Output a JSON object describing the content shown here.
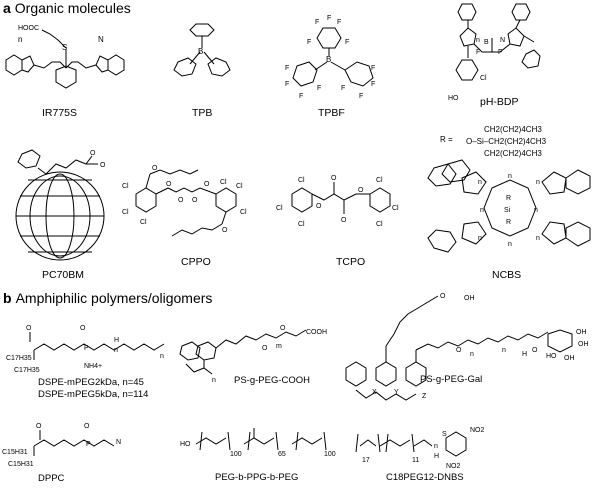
{
  "panel_a": {
    "letter": "a",
    "title": "Organic molecules",
    "molecules": [
      {
        "label": "IR775S"
      },
      {
        "label": "TPB"
      },
      {
        "label": "TPBF"
      },
      {
        "label": "pH-BDP"
      },
      {
        "label": "PC70BM"
      },
      {
        "label": "CPPO"
      },
      {
        "label": "TCPO"
      },
      {
        "label": "NCBS"
      }
    ]
  },
  "panel_b": {
    "letter": "b",
    "title": "Amphiphilic polymers/oligomers",
    "molecules": [
      {
        "label": "DSPE-mPEG2kDa, n=45"
      },
      {
        "label": "DSPE-mPEG5kDa, n=114"
      },
      {
        "label": "PS-g-PEG-COOH"
      },
      {
        "label": "PS-g-PEG-Gal"
      },
      {
        "label": "DPPC"
      },
      {
        "label": "PEG-b-PPG-b-PEG"
      },
      {
        "label": "C18PEG12-DNBS"
      }
    ]
  },
  "atoms": {
    "n": "n",
    "np": "N",
    "o": "O",
    "s": "S",
    "f": "F",
    "b": "B",
    "cl": "Cl",
    "p": "P",
    "si": "Si",
    "r": "R",
    "ho": "HO",
    "oh": "OH",
    "h": "H",
    "hooc": "HOOC",
    "cooh": "COOH",
    "nh4": "NH4+",
    "no2": "NO2",
    "x": "X",
    "y": "Y",
    "z": "Z",
    "m": "m",
    "c17": "C17H35",
    "c15": "C15H31",
    "sub100": "100",
    "sub65": "65",
    "sub17": "17",
    "sub11": "11",
    "r_eq": "R =",
    "si_chain_1": "CH2(CH2)4CH3",
    "si_chain_2": "O–Si–CH2(CH2)4CH3",
    "si_chain_3": "CH2(CH2)4CH3"
  }
}
